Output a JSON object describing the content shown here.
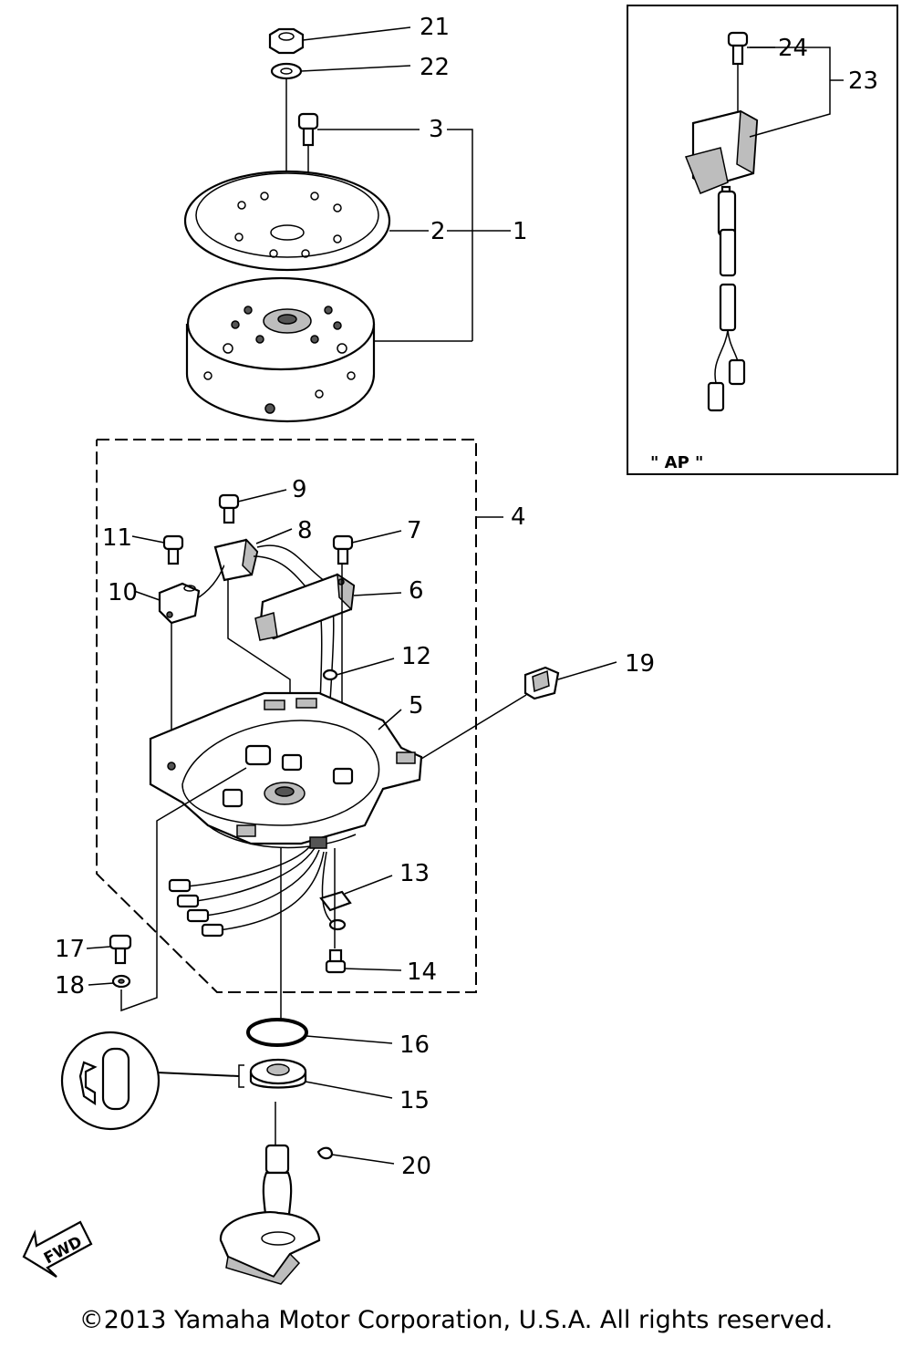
{
  "diagram": {
    "callouts": {
      "c1": "1",
      "c2": "2",
      "c3": "3",
      "c4": "4",
      "c5": "5",
      "c6": "6",
      "c7": "7",
      "c8": "8",
      "c9": "9",
      "c10": "10",
      "c11": "11",
      "c12": "12",
      "c13": "13",
      "c14": "14",
      "c15": "15",
      "c16": "16",
      "c17": "17",
      "c18": "18",
      "c19": "19",
      "c20": "20",
      "c21": "21",
      "c22": "22",
      "c23": "23",
      "c24": "24"
    },
    "inset_label": "\" AP \"",
    "fwd_label": "FWD",
    "copyright": "©2013 Yamaha Motor Corporation, U.S.A. All rights reserved."
  }
}
